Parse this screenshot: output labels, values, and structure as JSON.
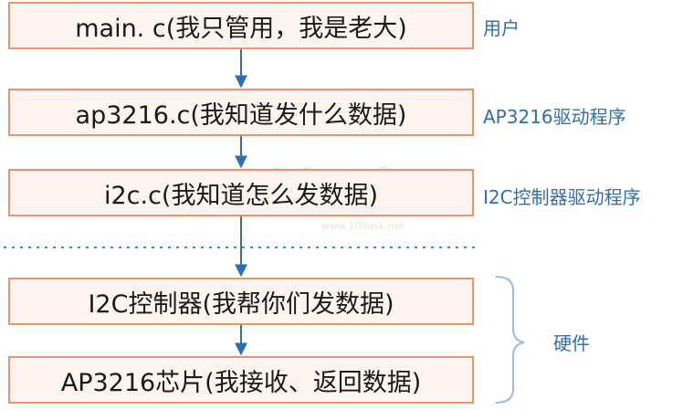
{
  "boxes": [
    {
      "label": "main. c(我只管用，我是老大)"
    },
    {
      "label": "ap3216.c(我知道发什么数据)"
    },
    {
      "label": "i2c.c(我知道怎么发数据)"
    },
    {
      "label": "I2C控制器(我帮你们发数据)"
    },
    {
      "label": "AP3216芯片(我接收、返回数据)"
    }
  ],
  "side_labels": {
    "user": "用户",
    "ap3216_driver": "AP3216驱动程序",
    "i2c_driver": "I2C控制器驱动程序",
    "hardware": "硬件"
  },
  "watermark": {
    "text": "100ask",
    "url": "www.100ask.net"
  },
  "colors": {
    "box_border": "#e8956a",
    "box_fill": "#fdf4ef",
    "arrow": "#2f6fb0",
    "side_text": "#2f6fb0",
    "divider": "#2f8fc9",
    "brace": "#9bbbe0"
  }
}
